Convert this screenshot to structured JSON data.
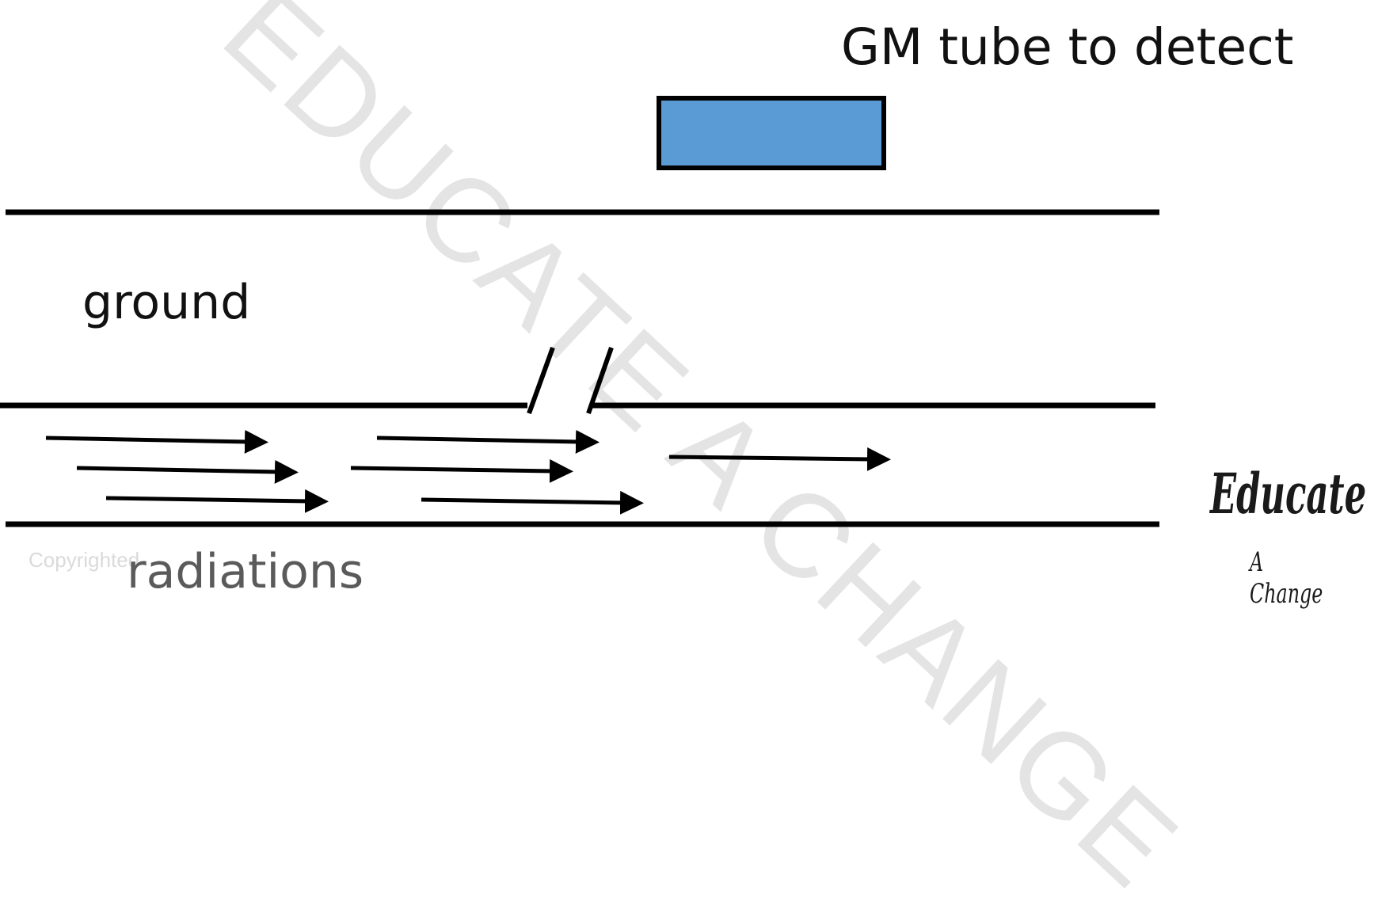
{
  "labels": {
    "title": "GM tube to detect",
    "ground": "ground",
    "radiations": "radiations"
  },
  "watermark": {
    "text": "EDUCATE A CHANGE",
    "copyright": "Copyrighted"
  },
  "logo": {
    "line1": "Educate",
    "line2": "A Change"
  },
  "colors": {
    "gm_tube_fill": "#5b9bd5",
    "line": "#000000",
    "radiations_text": "#5a5a5a"
  },
  "arrows_count": 7
}
